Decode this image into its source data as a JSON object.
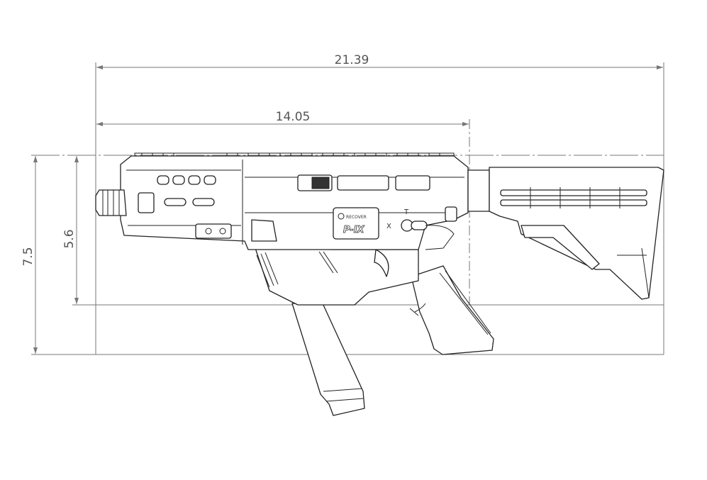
{
  "title": "Technical dimension drawing of a pistol-caliber carbine with stock",
  "dimensions": {
    "overall_length": "21.39",
    "length_to_stock": "14.05",
    "overall_height": "7.5",
    "receiver_height": "5.6"
  },
  "markings": {
    "logo": "RECOVER",
    "model": "P-IX",
    "safe": "T",
    "fire": "X"
  },
  "colors": {
    "line": "#222222",
    "dimension": "#777777"
  }
}
